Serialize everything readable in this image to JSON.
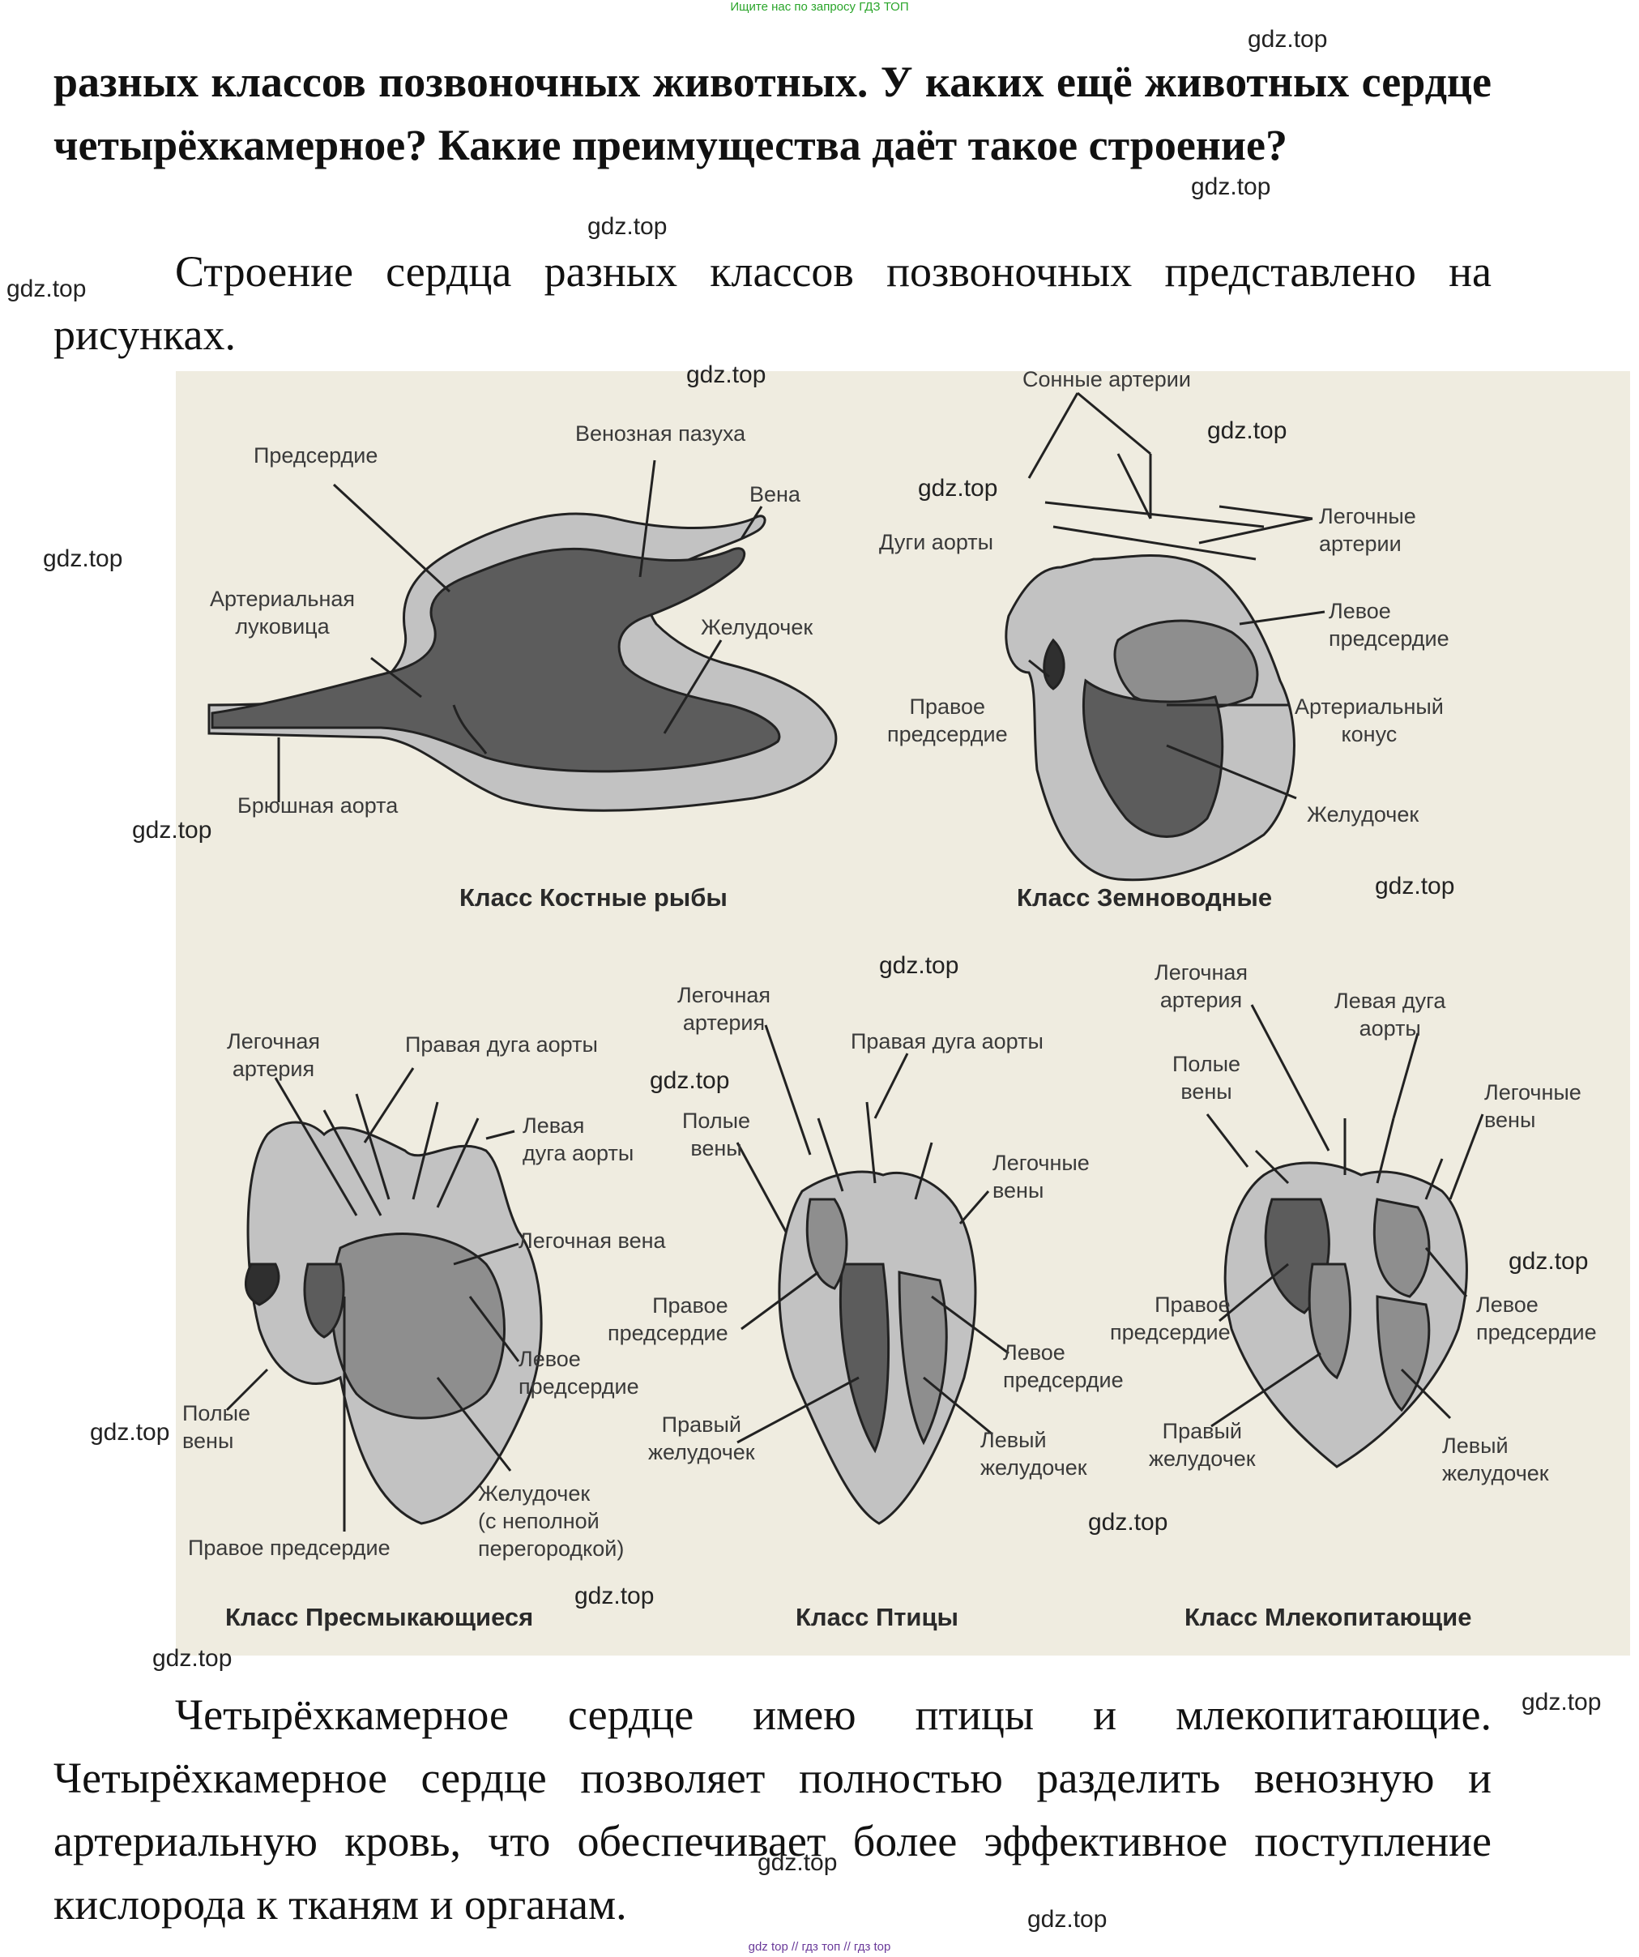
{
  "banner_top": "Ищите нас по запросу ГДЗ ТОП",
  "banner_bottom": "gdz top  //  гдз топ  //  гдз top",
  "question": "разных классов позвоночных животных. У каких ещё животных сердце четырёхкамерное? Какие преимущества даёт такое строение?",
  "intro": "Строение сердца разных классов позвоночных представлено на рисунках.",
  "answer": "Четырёхкамерное сердце имею птицы и млекопитающие. Четырёхкамерное сердце позволяет полностью разделить венозную и артериальную кровь, что обеспечивает более эффективное поступление кислорода к тканям и органам.",
  "watermark": "gdz.top",
  "figure_top": {
    "fish": {
      "caption": "Класс Костные рыбы",
      "labels": {
        "atrium": "Предсердие",
        "venous_sinus": "Венозная пазуха",
        "vein": "Вена",
        "bulbus": "Артериальная\nлуковица",
        "ventricle": "Желудочек",
        "ventral_aorta": "Брюшная аорта"
      }
    },
    "amphibian": {
      "caption": "Класс Земноводные",
      "labels": {
        "carotid": "Сонные артерии",
        "pulmonary_arteries": "Легочные\nартерии",
        "aortic_arches": "Дуги аорты",
        "left_atrium": "Левое\nпредсердие",
        "right_atrium": "Правое\nпредсердие",
        "conus": "Артериальный\nконус",
        "ventricle": "Желудочек"
      }
    }
  },
  "figure_bottom": {
    "reptile": {
      "caption": "Класс Пресмыкающиеся",
      "labels": {
        "pulmonary_artery": "Легочная\nартерия",
        "right_arch": "Правая дуга аорты",
        "left_arch": "Левая\nдуга аорты",
        "pulmonary_vein": "Легочная вена",
        "left_atrium": "Левое\nпредсердие",
        "venae_cavae": "Полые\nвены",
        "ventricle": "Желудочек\n(с неполной\nперегородкой)",
        "right_atrium": "Правое предсердие"
      }
    },
    "bird": {
      "caption": "Класс Птицы",
      "labels": {
        "pulmonary_artery": "Легочная\nартерия",
        "right_arch": "Правая дуга аорты",
        "venae_cavae": "Полые\nвены",
        "pulmonary_veins": "Легочные\nвены",
        "right_atrium": "Правое\nпредсердие",
        "left_atrium": "Левое\nпредсердие",
        "right_ventricle": "Правый\nжелудочек",
        "left_ventricle": "Левый\nжелудочек"
      }
    },
    "mammal": {
      "caption": "Класс Млекопитающие",
      "labels": {
        "pulmonary_artery": "Легочная\nартерия",
        "left_arch": "Левая дуга\nаорты",
        "venae_cavae": "Полые\nвены",
        "pulmonary_veins": "Легочные\nвены",
        "right_atrium": "Правое\nпредсердие",
        "left_atrium": "Левое\nпредсердие",
        "right_ventricle": "Правый\nжелудочек",
        "left_ventricle": "Левый\nжелудочек"
      }
    }
  },
  "colors": {
    "panel": "#efece0",
    "light_tissue": "#c2c2c2",
    "mid_tissue": "#8e8e8e",
    "dark_tissue": "#5c5c5c",
    "darkest": "#2f2f2f"
  }
}
